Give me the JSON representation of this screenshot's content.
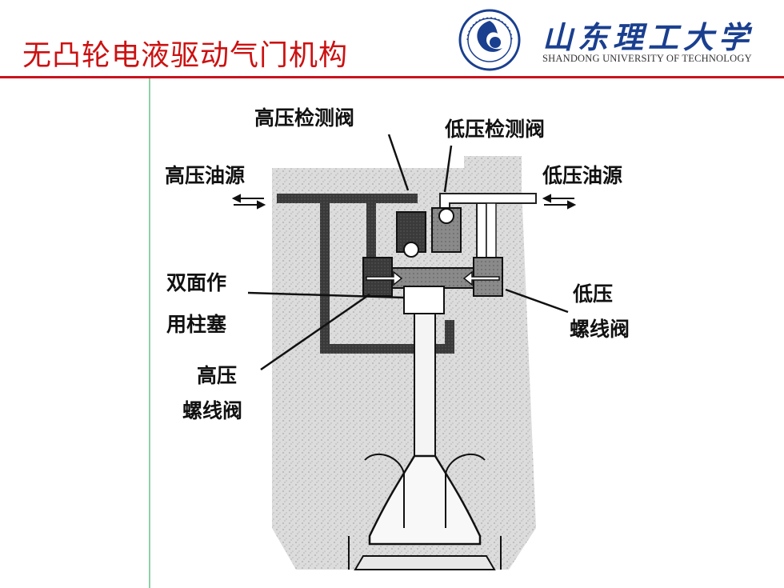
{
  "slide": {
    "title": "无凸轮电液驱动气门机构"
  },
  "logo": {
    "name_cn": "山东理工大学",
    "name_en": "SHANDONG UNIVERSITY OF TECHNOLOGY",
    "emblem_ring_text": "山东理工大学 SHANDONG UNIVERSITY OF TECHNOLOGY",
    "color": "#1a3f8f"
  },
  "diagram": {
    "labels": {
      "hp_check_valve": "高压检测阀",
      "lp_check_valve": "低压检测阀",
      "hp_oil_source": "高压油源",
      "lp_oil_source": "低压油源",
      "double_plunger_1": "双面作",
      "double_plunger_2": "用柱塞",
      "lp_solenoid_1": "低压",
      "lp_solenoid_2": "螺线阀",
      "hp_solenoid_1": "高压",
      "hp_solenoid_2": "螺线阀"
    }
  },
  "colors": {
    "title_red": "#cc1111",
    "rule_red": "#c8141e",
    "rule_green": "#8fd0a8"
  }
}
